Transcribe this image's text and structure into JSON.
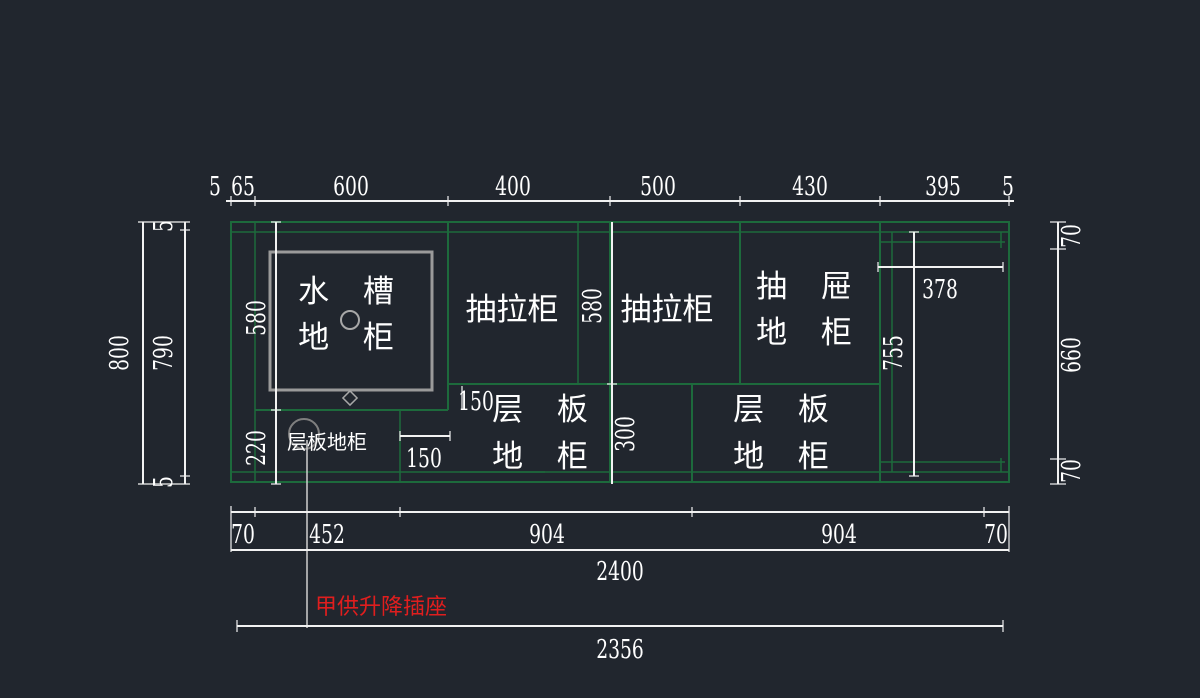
{
  "colors": {
    "background": "#21262e",
    "cabinet_outline": "#1d6a3c",
    "dimension": "#f2f2f2",
    "annotation_red": "#e01e1e"
  },
  "top_dims": [
    "5",
    "65",
    "600",
    "400",
    "500",
    "430",
    "395",
    "5"
  ],
  "bottom_dims": [
    "70",
    "452",
    "904",
    "904",
    "70"
  ],
  "overall_width": "2400",
  "socket_span": "2356",
  "left_dims": {
    "outer": "800",
    "inner": "790",
    "top": "5",
    "bottom": "5"
  },
  "right_dims": {
    "top": "70",
    "middle": "660",
    "bottom": "70"
  },
  "inner_dims": {
    "sink_height": "580",
    "shelf_low_height": "220",
    "shelf_gap": "150",
    "small_mark": "150",
    "drawer_divider_height": "580",
    "shelf_mid_height": "300",
    "end_panel_height": "755",
    "end_panel_width": "378"
  },
  "labels": {
    "sink_line1": "水 槽",
    "sink_line2": "地 柜",
    "drawer1": "抽拉柜",
    "drawer2": "抽拉柜",
    "drawer_base_line1": "抽 屉",
    "drawer_base_line2": "地 柜",
    "shelf_small": "层板地柜",
    "shelf_mid_line1": "层 板",
    "shelf_mid_line2": "地 柜",
    "shelf_right_line1": "层 板",
    "shelf_right_line2": "地 柜",
    "socket_note": "甲供升降插座"
  }
}
